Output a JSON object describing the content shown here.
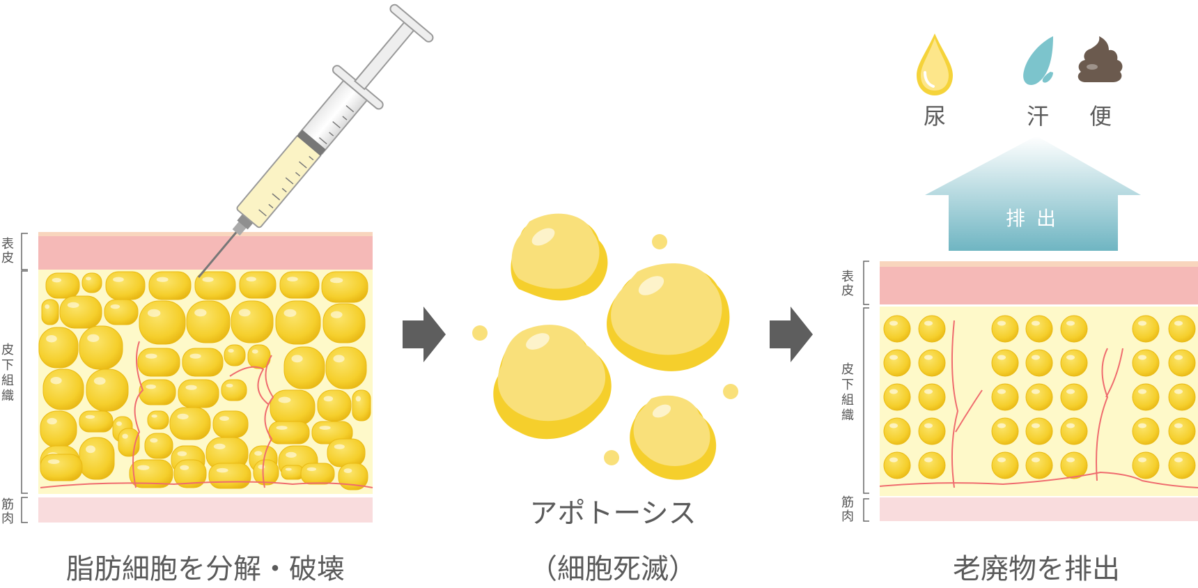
{
  "left_panel": {
    "layer_labels": {
      "epidermis": "表皮",
      "subcutaneous": "皮下組織",
      "muscle": "筋肉"
    },
    "caption": "脂肪細胞を分解・破壊"
  },
  "middle_panel": {
    "caption_line1": "アポトーシス",
    "caption_line2": "（細胞死滅）"
  },
  "right_panel": {
    "layer_labels": {
      "epidermis": "表皮",
      "subcutaneous": "皮下組織",
      "muscle": "筋肉"
    },
    "excretion_items": [
      "尿",
      "汗",
      "便"
    ],
    "arrow_label": "排出",
    "caption": "老廃物を排出"
  },
  "colors": {
    "epidermis_top": "#f8d5bd",
    "epidermis": "#f5b9b7",
    "subcutaneous": "#fef9c9",
    "muscle": "#f9dcdd",
    "fat_cell": "#f7d436",
    "fat_cell_dark": "#e9b912",
    "dead_cell": "#f9e07a",
    "vessel": "#ef6b6e",
    "arrow": "#5e5e5e",
    "up_arrow_top": "#ffffff",
    "up_arrow_bottom": "#6fb5c2",
    "urine": "#f5d33a",
    "sweat": "#7cc4cc",
    "stool": "#6b5a4e"
  }
}
